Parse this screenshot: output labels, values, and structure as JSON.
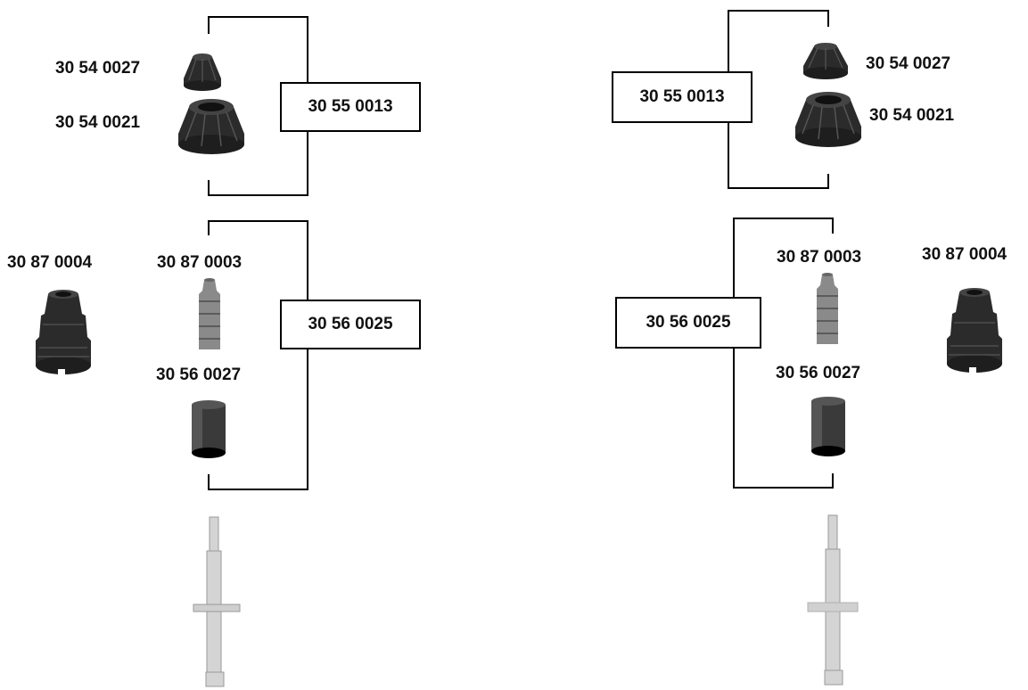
{
  "left": {
    "top_mount_small": "30 54 0027",
    "top_mount_large": "30 54 0021",
    "mount_kit": "30 55 0013",
    "bump_stop_large": "30 87 0004",
    "bump_stop_small": "30 87 0003",
    "dust_cover": "30 56 0027",
    "protection_kit": "30 56 0025"
  },
  "right": {
    "top_mount_small": "30 54 0027",
    "top_mount_large": "30 54 0021",
    "mount_kit": "30 55 0013",
    "bump_stop_large": "30 87 0004",
    "bump_stop_small": "30 87 0003",
    "dust_cover": "30 56 0027",
    "protection_kit": "30 56 0025"
  },
  "colors": {
    "rubber": "#2b2b2b",
    "rubber_light": "#555555",
    "strut": "#d4d4d4",
    "strut_edge": "#9a9a9a"
  }
}
